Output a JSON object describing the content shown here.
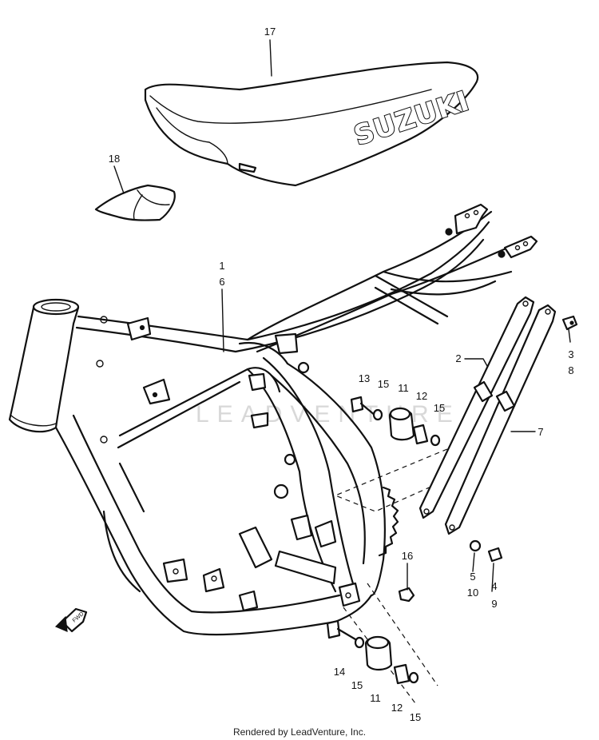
{
  "callouts": {
    "c1": "1",
    "c6": "6",
    "c2": "2",
    "c3": "3",
    "c8": "8",
    "c4": "4",
    "c9": "9",
    "c5": "5",
    "c10": "10",
    "c7": "7",
    "c11a": "11",
    "c11b": "11",
    "c12a": "12",
    "c12b": "12",
    "c13": "13",
    "c14": "14",
    "c15a": "15",
    "c15b": "15",
    "c15c": "15",
    "c15d": "15",
    "c16": "16",
    "c17": "17",
    "c18": "18"
  },
  "seat_brand": "SUZUKI",
  "watermark": "LEADVENTURE",
  "fwd_label": "FWD",
  "credit": "Rendered by LeadVenture, Inc.",
  "icons": [
    "forward-arrow-icon"
  ],
  "colors": {
    "ink": "#111111",
    "paper": "#ffffff",
    "watermark": "#d8d8d8"
  }
}
